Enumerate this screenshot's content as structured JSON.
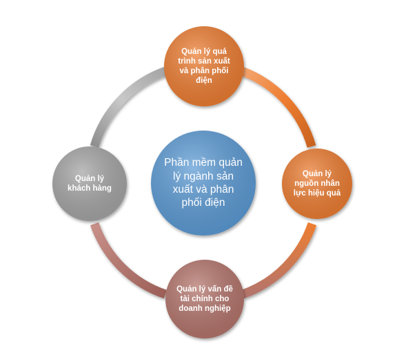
{
  "center": {
    "label": "Phần mềm quản lý ngành sản xuất và phân phối điện",
    "color": "#5B9BD5"
  },
  "nodes": {
    "top": {
      "label": "Quản lý quá trình sản xuất và phân phối điện",
      "color": "#ED7D31"
    },
    "right": {
      "label": "Quản lý nguồn nhân lực hiệu quả",
      "color": "#ED7D31"
    },
    "bottom": {
      "label": "Quản lý vấn đề tài chính cho doanh nghiệp",
      "color": "#B4756C"
    },
    "left": {
      "label": "Quản lý khách hàng",
      "color": "#A5A5A5"
    }
  },
  "ring": {
    "top_right_color": "#ED7D31",
    "right_bottom_color": "#C7703F",
    "bottom_left_color": "#B4756C",
    "left_top_color": "#A5A5A5"
  }
}
